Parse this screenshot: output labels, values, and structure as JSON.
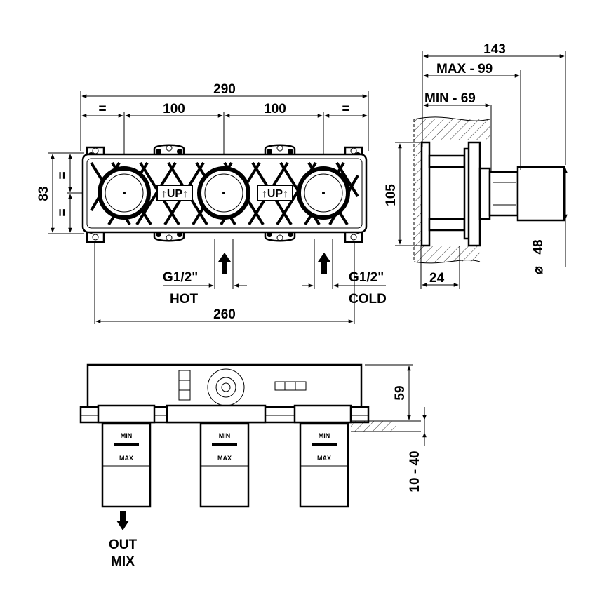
{
  "front_view": {
    "overall_width": "290",
    "spacing_left": "100",
    "spacing_right": "100",
    "equal_left": "=",
    "equal_right": "=",
    "height": "83",
    "equal_top": "=",
    "equal_bottom": "=",
    "mount_width": "260",
    "up_label_1": "↑UP↑",
    "up_label_2": "↑UP↑",
    "hot_connection": "G1/2\"",
    "hot_label": "HOT",
    "cold_connection": "G1/2\"",
    "cold_label": "COLD"
  },
  "side_view": {
    "total_depth": "143",
    "max_depth": "MAX - 99",
    "min_depth": "MIN - 69",
    "height": "105",
    "wall_depth": "24",
    "diameter": "48",
    "diameter_symbol": "⌀"
  },
  "bottom_view": {
    "height": "59",
    "range": "10 - 40",
    "outlet_line_1": "OUT",
    "outlet_line_2": "MIX",
    "cartridge_min": "MIN",
    "cartridge_max": "MAX"
  }
}
